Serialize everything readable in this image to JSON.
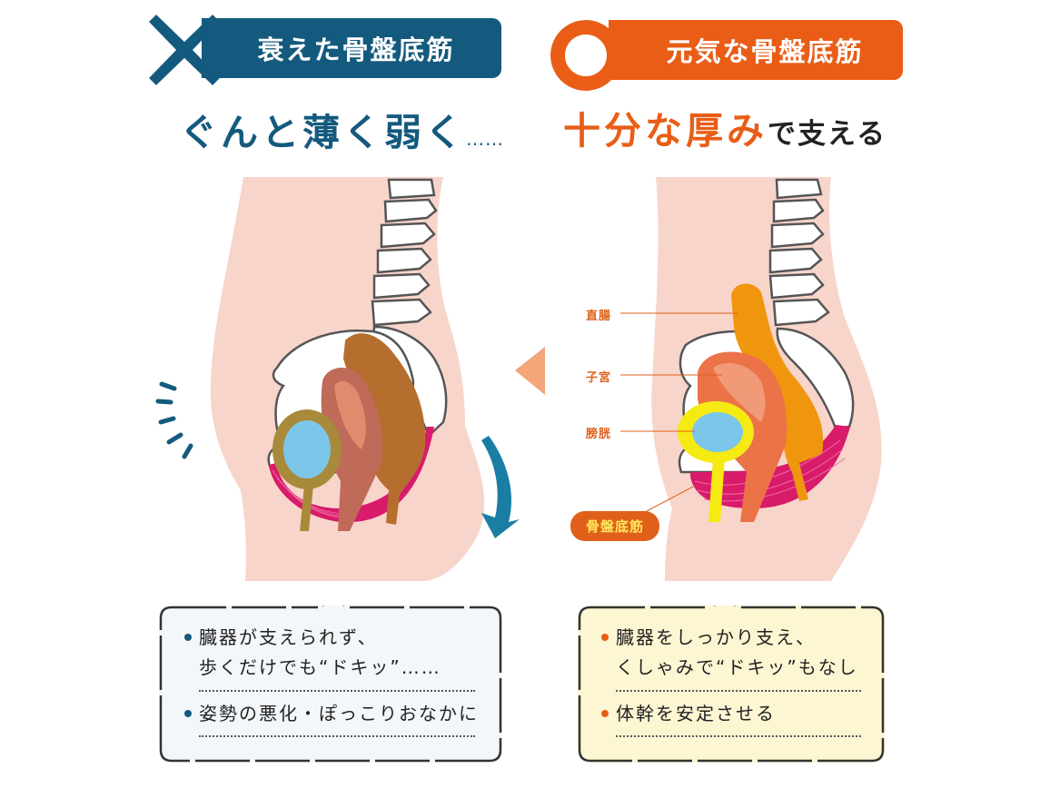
{
  "left_panel": {
    "badge_label": "衰えた骨盤底筋",
    "mark": "x-mark",
    "subtitle_main": "ぐんと薄く弱く",
    "subtitle_ellipsis": "……",
    "callout": {
      "items": [
        {
          "line1": "臓器が支えられず、",
          "line2": "歩くだけでも“ドキッ”……"
        },
        {
          "line1": "姿勢の悪化・ぽっこりおなかに"
        }
      ]
    }
  },
  "right_panel": {
    "badge_label": "元気な骨盤底筋",
    "mark": "circle-mark",
    "subtitle_emphasis": "十分な厚み",
    "subtitle_rest": "で支える",
    "labels": {
      "rectum": "直腸",
      "uterus": "子宮",
      "bladder": "膀胱",
      "pelvic_floor": "骨盤底筋"
    },
    "callout": {
      "items": [
        {
          "line1": "臓器をしっかり支え、",
          "line2": "くしゃみで“ドキッ”もなし"
        },
        {
          "line1": "体幹を安定させる"
        }
      ]
    }
  },
  "colors": {
    "weak_accent": "#135a7e",
    "healthy_accent": "#e95d16",
    "skin": "#f8d5cb",
    "pelvic_floor_muscle": "#d81b6b",
    "comparison_arrow": "#f2a679",
    "sag_arrow": "#1a7ea4"
  }
}
